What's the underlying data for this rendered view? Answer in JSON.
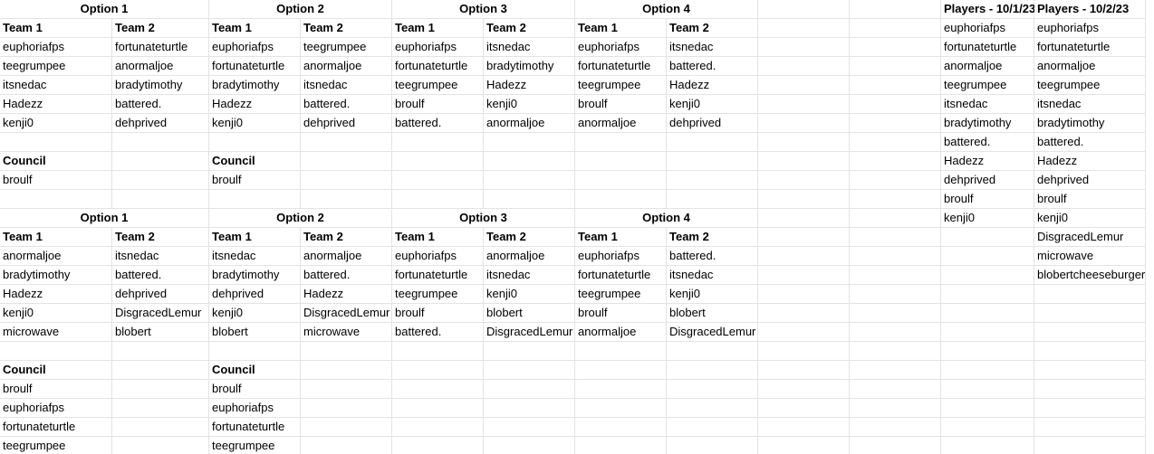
{
  "rows": [
    [
      "Option 1",
      null,
      "Option 2",
      null,
      "Option 3",
      null,
      "Option 4",
      null,
      "",
      "",
      "Players - 10/1/23",
      "Players - 10/2/23"
    ],
    [
      "Team 1",
      "Team 2",
      "Team 1",
      "Team 2",
      "Team 1",
      "Team 2",
      "Team 1",
      "Team 2",
      "",
      "",
      "euphoriafps",
      "euphoriafps"
    ],
    [
      "euphoriafps",
      "fortunateturtle",
      "euphoriafps",
      "teegrumpee",
      "euphoriafps",
      "itsnedac",
      "euphoriafps",
      "itsnedac",
      "",
      "",
      "fortunateturtle",
      "fortunateturtle"
    ],
    [
      "teegrumpee",
      "anormaljoe",
      "fortunateturtle",
      "anormaljoe",
      "fortunateturtle",
      "bradytimothy",
      "fortunateturtle",
      "battered.",
      "",
      "",
      "anormaljoe",
      "anormaljoe"
    ],
    [
      "itsnedac",
      "bradytimothy",
      "bradytimothy",
      "itsnedac",
      "teegrumpee",
      "Hadezz",
      "teegrumpee",
      "Hadezz",
      "",
      "",
      "teegrumpee",
      "teegrumpee"
    ],
    [
      "Hadezz",
      "battered.",
      "Hadezz",
      "battered.",
      "broulf",
      "kenji0",
      "broulf",
      "kenji0",
      "",
      "",
      "itsnedac",
      "itsnedac"
    ],
    [
      "kenji0",
      "dehprived",
      "kenji0",
      "dehprived",
      "battered.",
      "anormaljoe",
      "anormaljoe",
      "dehprived",
      "",
      "",
      "bradytimothy",
      "bradytimothy"
    ],
    [
      "",
      "",
      "",
      "",
      "",
      "",
      "",
      "",
      "",
      "",
      "battered.",
      "battered."
    ],
    [
      "Council",
      "",
      "Council",
      "",
      "",
      "",
      "",
      "",
      "",
      "",
      "Hadezz",
      "Hadezz"
    ],
    [
      "broulf",
      "",
      "broulf",
      "",
      "",
      "",
      "",
      "",
      "",
      "",
      "dehprived",
      "dehprived"
    ],
    [
      "",
      "",
      "",
      "",
      "",
      "",
      "",
      "",
      "",
      "",
      "broulf",
      "broulf"
    ],
    [
      "Option 1",
      null,
      "Option 2",
      null,
      "Option 3",
      null,
      "Option 4",
      null,
      "",
      "",
      "kenji0",
      "kenji0"
    ],
    [
      "Team 1",
      "Team 2",
      "Team 1",
      "Team 2",
      "Team 1",
      "Team 2",
      "Team 1",
      "Team 2",
      "",
      "",
      "",
      "DisgracedLemur"
    ],
    [
      "anormaljoe",
      "itsnedac",
      "itsnedac",
      "anormaljoe",
      "euphoriafps",
      "anormaljoe",
      "euphoriafps",
      "battered.",
      "",
      "",
      "",
      "microwave"
    ],
    [
      "bradytimothy",
      "battered.",
      "bradytimothy",
      "battered.",
      "fortunateturtle",
      "itsnedac",
      "fortunateturtle",
      "itsnedac",
      "",
      "",
      "",
      "blobertcheeseburger"
    ],
    [
      "Hadezz",
      "dehprived",
      "dehprived",
      "Hadezz",
      "teegrumpee",
      "kenji0",
      "teegrumpee",
      "kenji0",
      "",
      "",
      "",
      ""
    ],
    [
      "kenji0",
      "DisgracedLemur",
      "kenji0",
      "DisgracedLemur",
      "broulf",
      "blobert",
      "broulf",
      "blobert",
      "",
      "",
      "",
      ""
    ],
    [
      "microwave",
      "blobert",
      "blobert",
      "microwave",
      "battered.",
      "DisgracedLemur",
      "anormaljoe",
      "DisgracedLemur",
      "",
      "",
      "",
      ""
    ],
    [
      "",
      "",
      "",
      "",
      "",
      "",
      "",
      "",
      "",
      "",
      "",
      ""
    ],
    [
      "Council",
      "",
      "Council",
      "",
      "",
      "",
      "",
      "",
      "",
      "",
      "",
      ""
    ],
    [
      "broulf",
      "",
      "broulf",
      "",
      "",
      "",
      "",
      "",
      "",
      "",
      "",
      ""
    ],
    [
      "euphoriafps",
      "",
      "euphoriafps",
      "",
      "",
      "",
      "",
      "",
      "",
      "",
      "",
      ""
    ],
    [
      "fortunateturtle",
      "",
      "fortunateturtle",
      "",
      "",
      "",
      "",
      "",
      "",
      "",
      "",
      ""
    ],
    [
      "teegrumpee",
      "",
      "teegrumpee",
      "",
      "",
      "",
      "",
      "",
      "",
      "",
      "",
      ""
    ]
  ],
  "bold_values": [
    "Option 1",
    "Option 2",
    "Option 3",
    "Option 4",
    "Team 1",
    "Team 2",
    "Council",
    "Players - 10/1/23",
    "Players - 10/2/23"
  ],
  "colors": {
    "gridline": "#e2e3e3",
    "text": "#000000",
    "background": "#ffffff"
  }
}
